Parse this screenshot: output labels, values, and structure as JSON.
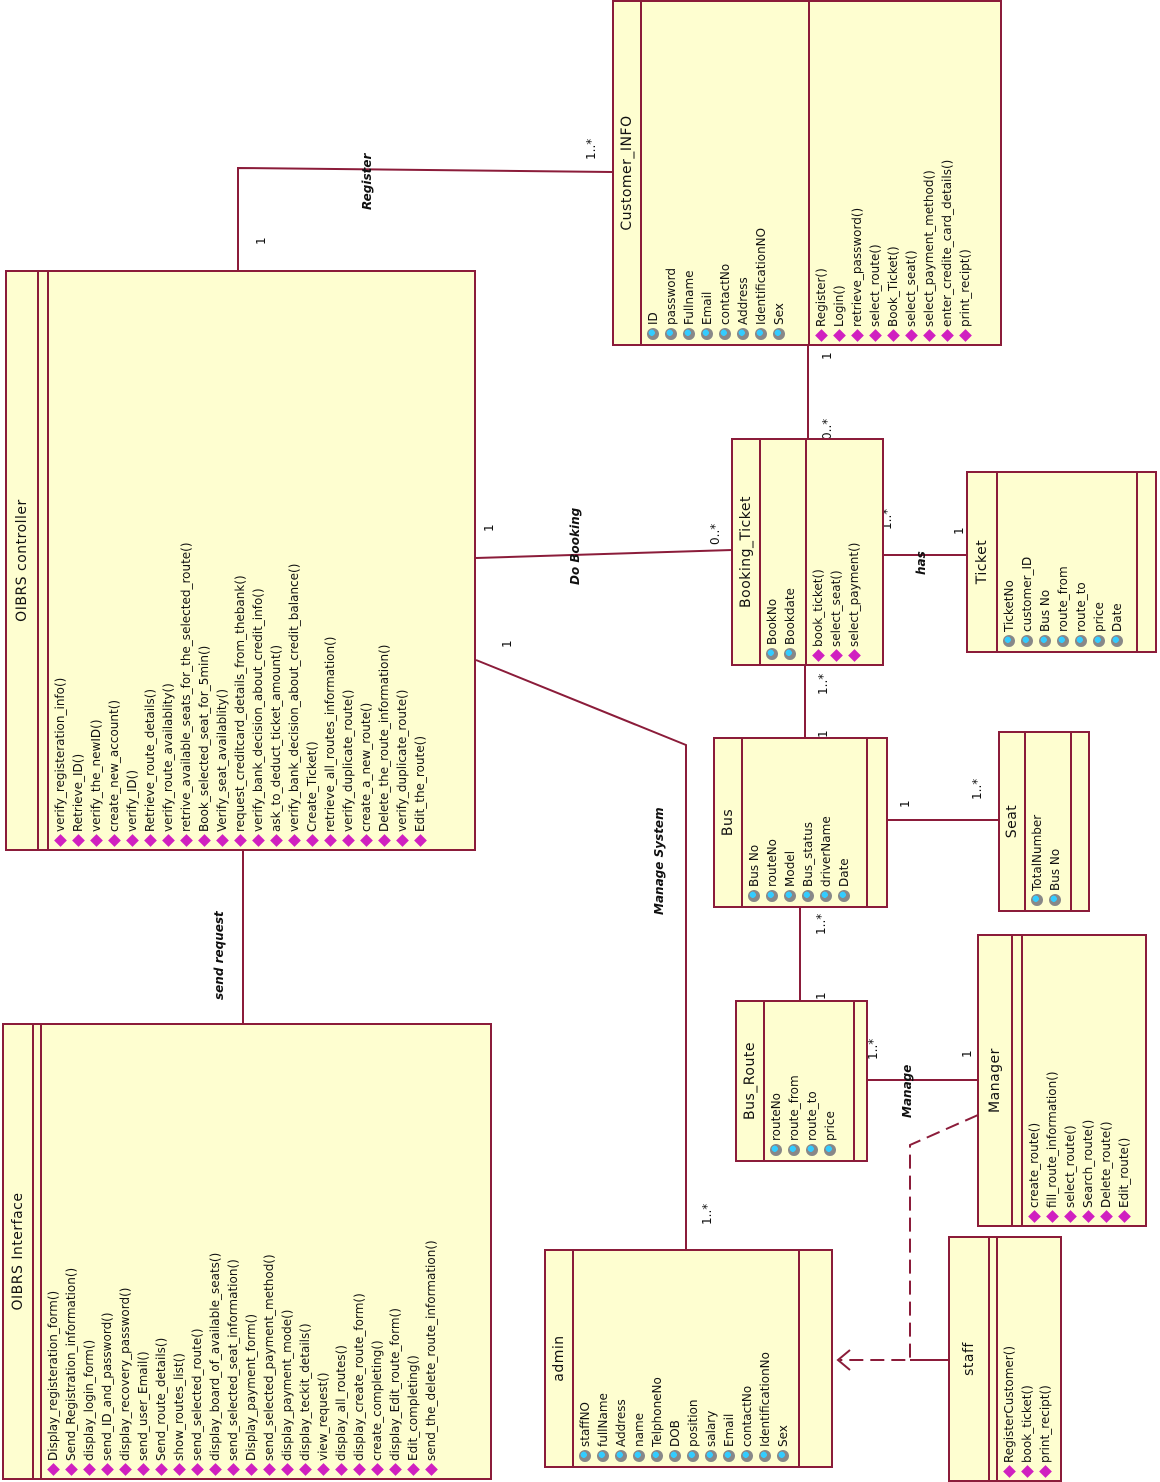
{
  "colors": {
    "line": "#8b1c3a",
    "fill": "#fefed0",
    "attr_icon": "#33ccff",
    "op_icon": "#d020c0"
  },
  "icons": {
    "attribute": "attribute-icon",
    "operation": "operation-icon"
  },
  "classes": {
    "oibrs_controller": {
      "name": "OIBRS controller",
      "attributes": [],
      "operations": [
        "verify_registeration_info()",
        "Retrieve_ID()",
        "verify_the_newID()",
        "create_new_account()",
        "verify_ID()",
        "Retrieve_route_details()",
        "verify_route_availablity()",
        "retrive_available_seats_for_the_selected_route()",
        "Book_selected_seat_for_5min()",
        "Verify_seat_availablity()",
        "request_creditcard_details_from_thebank()",
        "verify_bank_decision_about_credit_info()",
        "ask_to_deduct_ticket_amount()",
        "verify_bank_decision_about_credit_balance()",
        "Create_Ticket()",
        "retrieve_all_routes_information()",
        "verify_duplicate_route()",
        "create_a_new_route()",
        "Delete_the_route_information()",
        "verify_duplicate_route()",
        "Edit_the_route()"
      ]
    },
    "oibrs_interface": {
      "name": "OIBRS Interface",
      "attributes": [],
      "operations": [
        "Display_registeration_form()",
        "Send_Registration_information()",
        "display_login_form()",
        "send_ID_and_password()",
        "display_recovery_password()",
        "send_user_Email()",
        "Send_route_details()",
        "show_routes_list()",
        "send_selected_route()",
        "display_board_of_available_seats()",
        "send_selected_seat_information()",
        "Display_payment_form()",
        "send_selected_payment_method()",
        "display_payment_mode()",
        "display_teckit_details()",
        "view_request()",
        "display_all_routes()",
        "display_create_route_form()",
        "create_completing()",
        "display_Edit_route_form()",
        "Edit_completing()",
        "send_the_delete_route_information()"
      ]
    },
    "customer_info": {
      "name": "Customer_INFO",
      "attributes": [
        "ID",
        "password",
        "Fullname",
        "Email",
        "contactNo",
        "Address",
        "IdentificationNO",
        "Sex"
      ],
      "operations": [
        "Register()",
        "Login()",
        "retrieve_password()",
        "select_route()",
        "Book_Ticket()",
        "select_seat()",
        "select_payment_method()",
        "enter_credite_card_details()",
        "print_recipt()"
      ]
    },
    "booking_ticket": {
      "name": "Booking_Ticket",
      "attributes": [
        "BookNo",
        "Bookdate"
      ],
      "operations": [
        "book_ticket()",
        "select_seat()",
        "select_payment()"
      ]
    },
    "ticket": {
      "name": "Ticket",
      "attributes": [
        "TicketNo",
        "customer_ID",
        "Bus No",
        "route_from",
        "route_to",
        "price",
        "Date"
      ],
      "operations": []
    },
    "bus": {
      "name": "Bus",
      "attributes": [
        "Bus No",
        "routeNo",
        "Model",
        "Bus_status",
        "driverName",
        "Date"
      ],
      "operations": []
    },
    "seat": {
      "name": "Seat",
      "attributes": [
        "TotalNumber",
        "Bus No"
      ],
      "operations": []
    },
    "bus_route": {
      "name": "Bus_Route",
      "attributes": [
        "routeNo",
        "route_from",
        "route_to",
        "price"
      ],
      "operations": []
    },
    "manager": {
      "name": "Manager",
      "attributes": [],
      "operations": [
        "create_route()",
        "fill_route_information()",
        "select_route()",
        "Search_route()",
        "Delete_route()",
        "Edit_route()"
      ]
    },
    "admin": {
      "name": "admin",
      "attributes": [
        "staffNO",
        "fullName",
        "Address",
        "name",
        "TelphoneNo",
        "DOB",
        "position",
        "salary",
        "Email",
        "contactNo",
        "IdentificationNo",
        "Sex"
      ],
      "operations": []
    },
    "staff": {
      "name": "staff",
      "attributes": [],
      "operations": [
        "RegisterCustomer()",
        "book_ticket()",
        "print_recipt()"
      ]
    }
  },
  "associations": {
    "register": {
      "name": "Register",
      "m1": "1",
      "m2": "1..*"
    },
    "do_booking": {
      "name": "Do Booking",
      "m1": "1",
      "m2": "0..*"
    },
    "manage_system": {
      "name": "Manage System",
      "m1": "1",
      "m2": "1..*"
    },
    "send_request": {
      "name": "send request"
    },
    "has": {
      "name": "has",
      "m1": "1..*",
      "m2": "1"
    },
    "customer_booking": {
      "m1": "1",
      "m2": "0..*"
    },
    "booking_bus": {
      "m1": "1..*",
      "m2": "1"
    },
    "bus_seat": {
      "m1": "1",
      "m2": "1..*"
    },
    "bus_route": {
      "m1": "1..*",
      "m2": "1"
    },
    "manage": {
      "name": "Manage",
      "m1": "1..*",
      "m2": "1"
    }
  }
}
